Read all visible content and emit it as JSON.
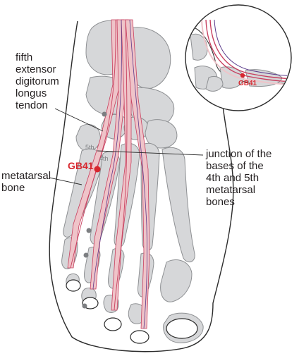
{
  "labels": {
    "tendon": "fifth\nextensor\ndigitorum\nlongus\ntendon",
    "junction": "junction of the\nbases of the\n4th and 5th\nmetatarsal\nbones",
    "metatarsal": "metatarsal\nbone",
    "fifth_mark": "5th",
    "fourth_mark": "4th"
  },
  "point": {
    "name": "GB41",
    "inset_name": "GB41"
  },
  "colors": {
    "bone_fill": "#d6d7d9",
    "bone_stroke": "#8e9093",
    "tendon_fill": "#efc4c9",
    "tendon_line": "#c8405f",
    "point_red": "#d7262e",
    "outline": "#2b2b2b"
  }
}
